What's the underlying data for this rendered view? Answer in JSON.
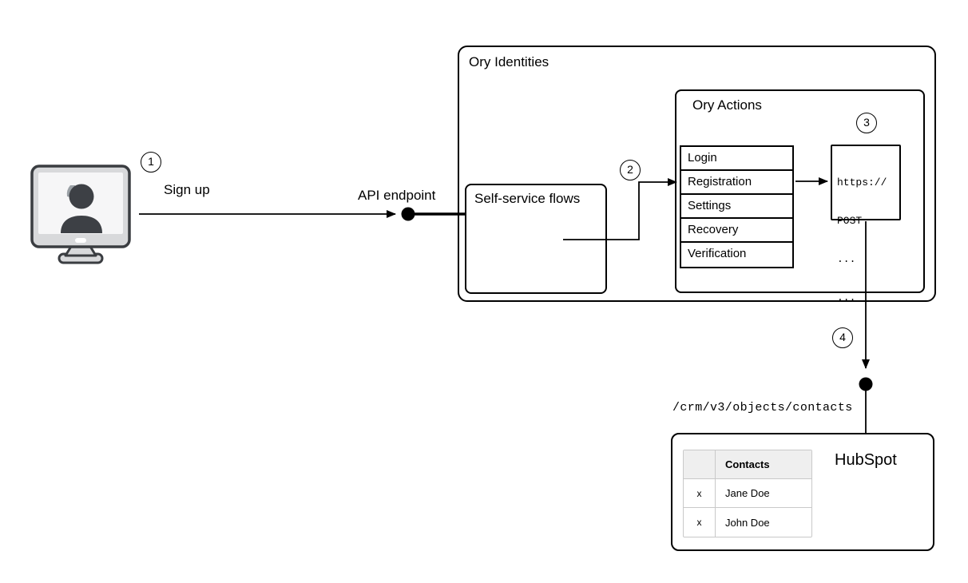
{
  "colors": {
    "line": "#000000",
    "table_border": "#c9c9c9",
    "table_header_bg": "#efefef",
    "monitor_frame": "#d8d9db",
    "monitor_screen": "#f6f6f7",
    "monitor_stroke": "#3a3d41",
    "monitor_silhouette": "#3d4045",
    "monitor_highlight": "#9aa0a5"
  },
  "badges": [
    "1",
    "2",
    "3",
    "4"
  ],
  "labels": {
    "sign_up": "Sign up",
    "api_endpoint": "API endpoint",
    "crm_path": "/crm/v3/objects/contacts"
  },
  "ory_identities": {
    "title": "Ory Identities",
    "self_service": {
      "title": "Self-service flows"
    },
    "ory_actions": {
      "title": "Ory Actions",
      "flows": [
        "Login",
        "Registration",
        "Settings",
        "Recovery",
        "Verification"
      ],
      "webhook": {
        "lines": [
          "https://",
          "POST",
          "...",
          "..."
        ]
      }
    }
  },
  "hubspot": {
    "title": "HubSpot",
    "table": {
      "header": [
        "",
        "Contacts"
      ],
      "rows": [
        [
          "x",
          "Jane Doe"
        ],
        [
          "x",
          "John Doe"
        ]
      ]
    }
  },
  "icons": {
    "user_computer": "user-computer-icon"
  }
}
